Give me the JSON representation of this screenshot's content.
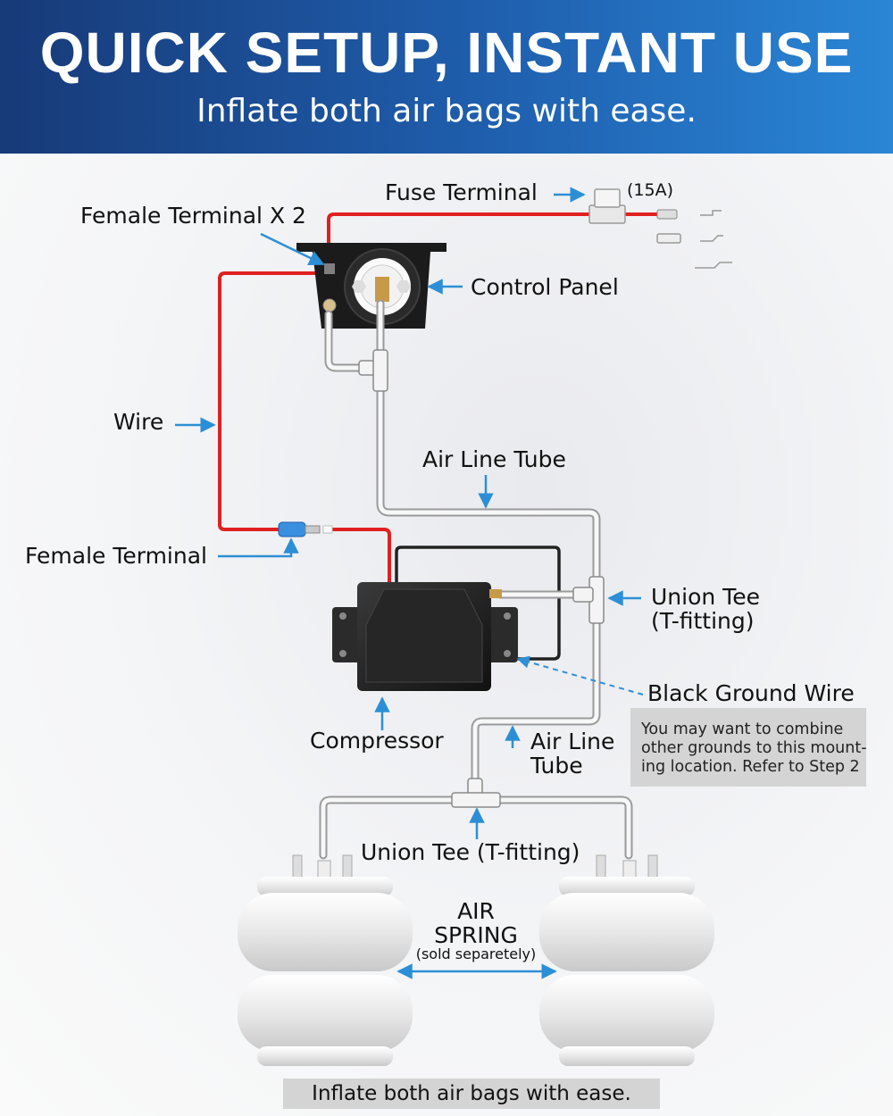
{
  "header": {
    "title": "QUICK SETUP, INSTANT USE",
    "subtitle": "Inflate both air bags with ease."
  },
  "labels": {
    "fuse_terminal": "Fuse Terminal",
    "fuse_rating": "(15A)",
    "female_terminal_x2": "Female Terminal X 2",
    "control_panel": "Control Panel",
    "wire": "Wire",
    "air_line_tube_top": "Air Line Tube",
    "female_terminal": "Female Terminal",
    "union_tee_right_line1": "Union Tee",
    "union_tee_right_line2": "(T-fitting)",
    "black_ground_wire": "Black Ground Wire",
    "compressor": "Compressor",
    "air_line_tube_mid_line1": "Air Line",
    "air_line_tube_mid_line2": "Tube",
    "union_tee_bottom": "Union Tee  (T-fitting)",
    "air_spring_line1": "AIR",
    "air_spring_line2": "SPRING",
    "air_spring_note": "(sold separetely)"
  },
  "note": {
    "lines": [
      "You may want to combine",
      "other grounds to this mount-",
      "ing location. Refer to Step 2"
    ]
  },
  "footer": {
    "text": "Inflate both air bags with ease."
  },
  "colors": {
    "header_dark": "#173a78",
    "header_light": "#2a86d6",
    "arrow_blue": "#2c8fd6",
    "wire_red": "#e02020",
    "tube_white": "#f5f5f5",
    "note_bg": "#d4d4d4"
  }
}
